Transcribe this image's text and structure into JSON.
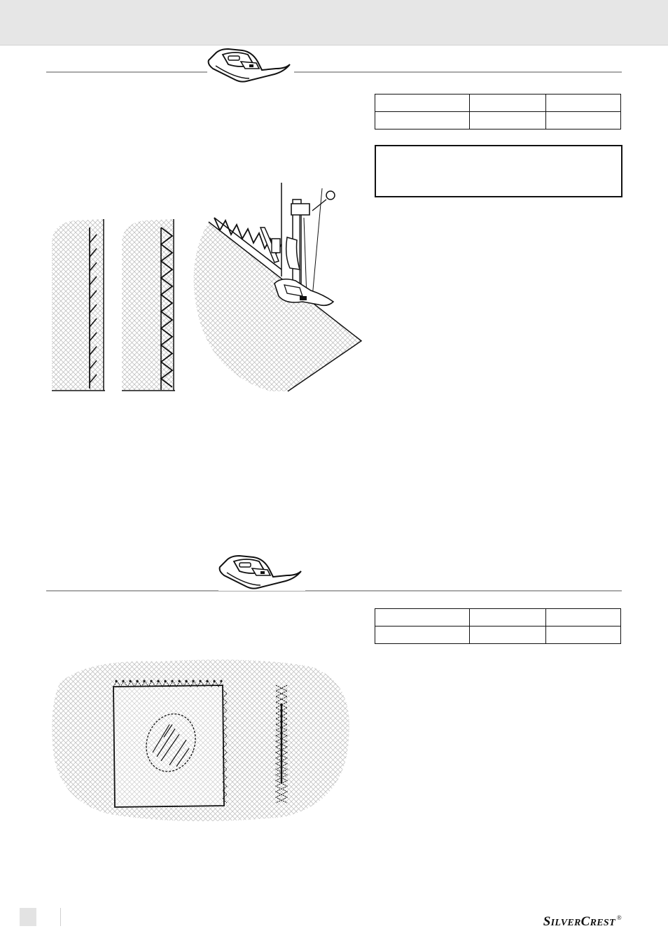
{
  "brand": {
    "logo_parts": [
      "S",
      "ILVER",
      "C",
      "REST",
      "®"
    ],
    "accent_color": "#e6e6e6"
  },
  "icons": [
    "presser-foot-icon",
    "presser-foot-icon"
  ],
  "sections": [
    {
      "table": {
        "columns": 3,
        "rows": 2,
        "cells": [
          [
            "",
            "",
            ""
          ],
          [
            "",
            "",
            ""
          ]
        ]
      },
      "note": ""
    },
    {
      "table": {
        "columns": 3,
        "rows": 2,
        "cells": [
          [
            "",
            "",
            ""
          ],
          [
            "",
            "",
            ""
          ]
        ]
      }
    }
  ]
}
